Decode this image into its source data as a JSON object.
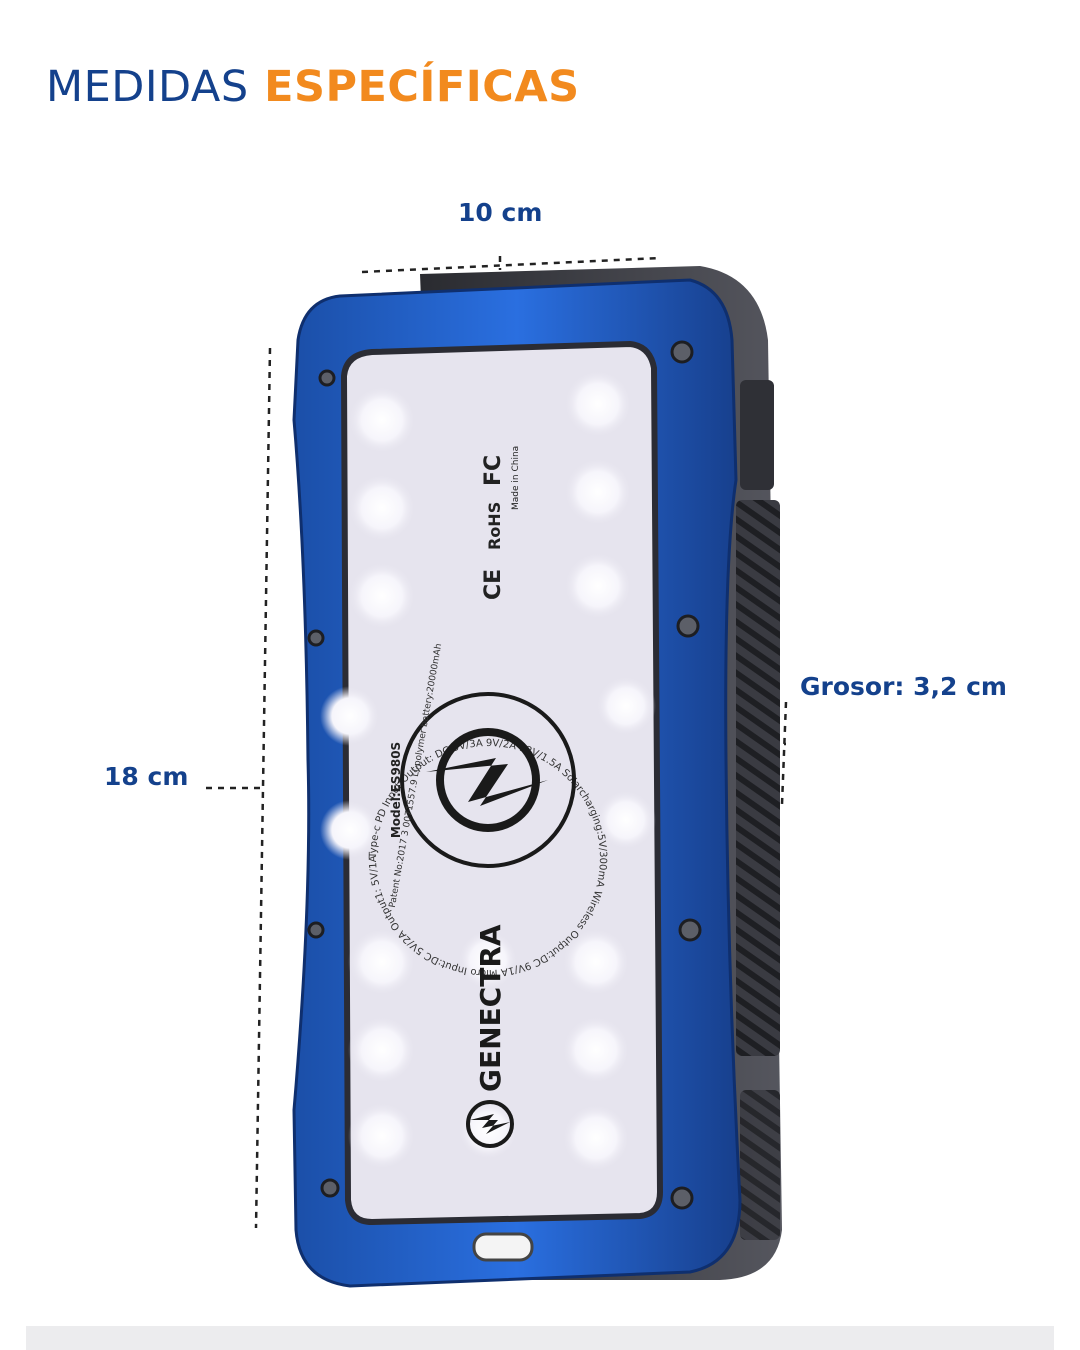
{
  "header": {
    "title_part1": "MEDIDAS",
    "title_part2": "ESPECÍFICAS"
  },
  "dimensions": {
    "width": "10 cm",
    "height": "18 cm",
    "thickness": "Grosor: 3,2 cm"
  },
  "product": {
    "brand": "GENECTRA",
    "model": "Model:ES980S",
    "circle_text": "Type-c PD Input/Output: DC 5V/3A 9V/2A 12V/1.5A  Solarcharging:5V/300mA  Wireless Output:DC 9V/1A  Micro Input:DC 5V/2A  Output1: 5V/1A  Output2: 5V/3A 9V/2A 12V/1.5A",
    "patent": "Patent No:2017 3 0071557.9  Li-polymer battery:20000mAh",
    "certifications": [
      "CE",
      "RoHS",
      "FC",
      "Made in China"
    ]
  },
  "colors": {
    "title_blue": "#14418c",
    "title_orange": "#f28a1e",
    "case_blue": "#1f5fc8",
    "panel": "#e6e4ee",
    "rubber": "#3e3f46"
  }
}
